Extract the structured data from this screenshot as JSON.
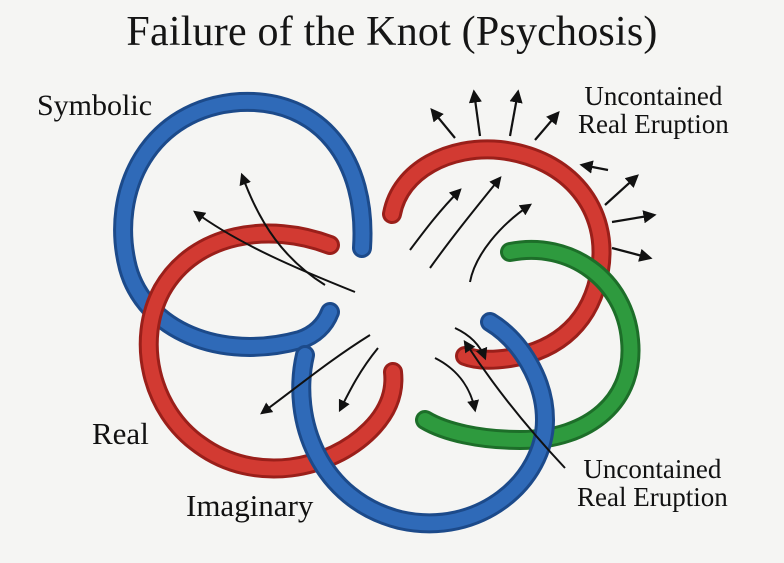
{
  "title": "Failure of the Knot (Psychosis)",
  "labels": {
    "symbolic": "Symbolic",
    "real": "Real",
    "imaginary": "Imaginary",
    "eruption_top_line1": "Uncontained",
    "eruption_top_line2": "Real Eruption",
    "eruption_bottom_line1": "Uncontained",
    "eruption_bottom_line2": "Real Eruption"
  },
  "colors": {
    "blue": "#2f6ab8",
    "blue_dark": "#1c4a8a",
    "red": "#d23a32",
    "red_dark": "#9a1f1a",
    "green": "#2e9a3e",
    "green_dark": "#1d6e29",
    "arrow": "#111111"
  }
}
